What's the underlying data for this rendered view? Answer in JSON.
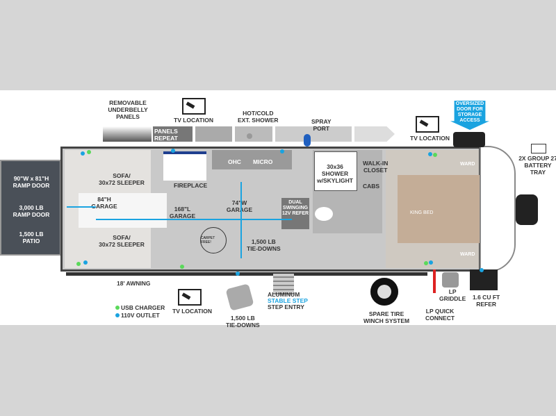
{
  "labels": {
    "removable_underbelly": "REMOVABLE\nUNDERBELLY\nPANELS",
    "panels_repeat": "PANELS\nREPEAT",
    "tv_location": "TV LOCATION",
    "hot_cold_shower": "HOT/COLD\nEXT. SHOWER",
    "spray_port": "SPRAY\nPORT",
    "oversized_door": "OVERSIZED\nDOOR FOR\nSTORAGE\nACCESS",
    "battery_tray": "2X GROUP 27\nBATTERY\nTRAY",
    "ramp_door_size": "90\"W x 81\"H\nRAMP DOOR",
    "ramp_door_weight": "3,000 LB\nRAMP DOOR",
    "patio": "1,500 LB\nPATIO",
    "sofa_top": "SOFA/\n30x72 SLEEPER",
    "sofa_bottom": "SOFA/\n30x72 SLEEPER",
    "garage_height": "84\"H\nGARAGE",
    "garage_length": "168\"L\nGARAGE",
    "garage_width": "74\"W\nGARAGE",
    "fireplace": "FIREPLACE",
    "ohc": "OHC",
    "micro": "MICRO",
    "refer": "DUAL\nSWINGING\n12V REFER",
    "shower": "30x36\nSHOWER\nw/SKYLIGHT",
    "walk_in_closet": "WALK-IN\nCLOSET",
    "cabs": "CABS",
    "king_bed": "KING BED",
    "ward": "WARD",
    "tie_downs": "1,500 LB\nTIE-DOWNS",
    "awning": "18' AWNING",
    "step_line1": "ALUMINUM",
    "step_line2": "STABLE STEP",
    "step_line3": "STEP ENTRY",
    "spare_tire": "SPARE TIRE\nWINCH SYSTEM",
    "lp_quick_connect": "LP QUICK\nCONNECT",
    "lp_griddle": "LP\nGRIDDLE",
    "cu_ft_refer": "1.6 CU FT\nREFER",
    "carpet_free": "CARPET FREE!"
  },
  "legend": {
    "usb": "USB CHARGER",
    "outlet": "110V OUTLET"
  },
  "colors": {
    "usb": "#5ad95a",
    "outlet": "#1aa3e0",
    "ramp": "#4a5058"
  }
}
